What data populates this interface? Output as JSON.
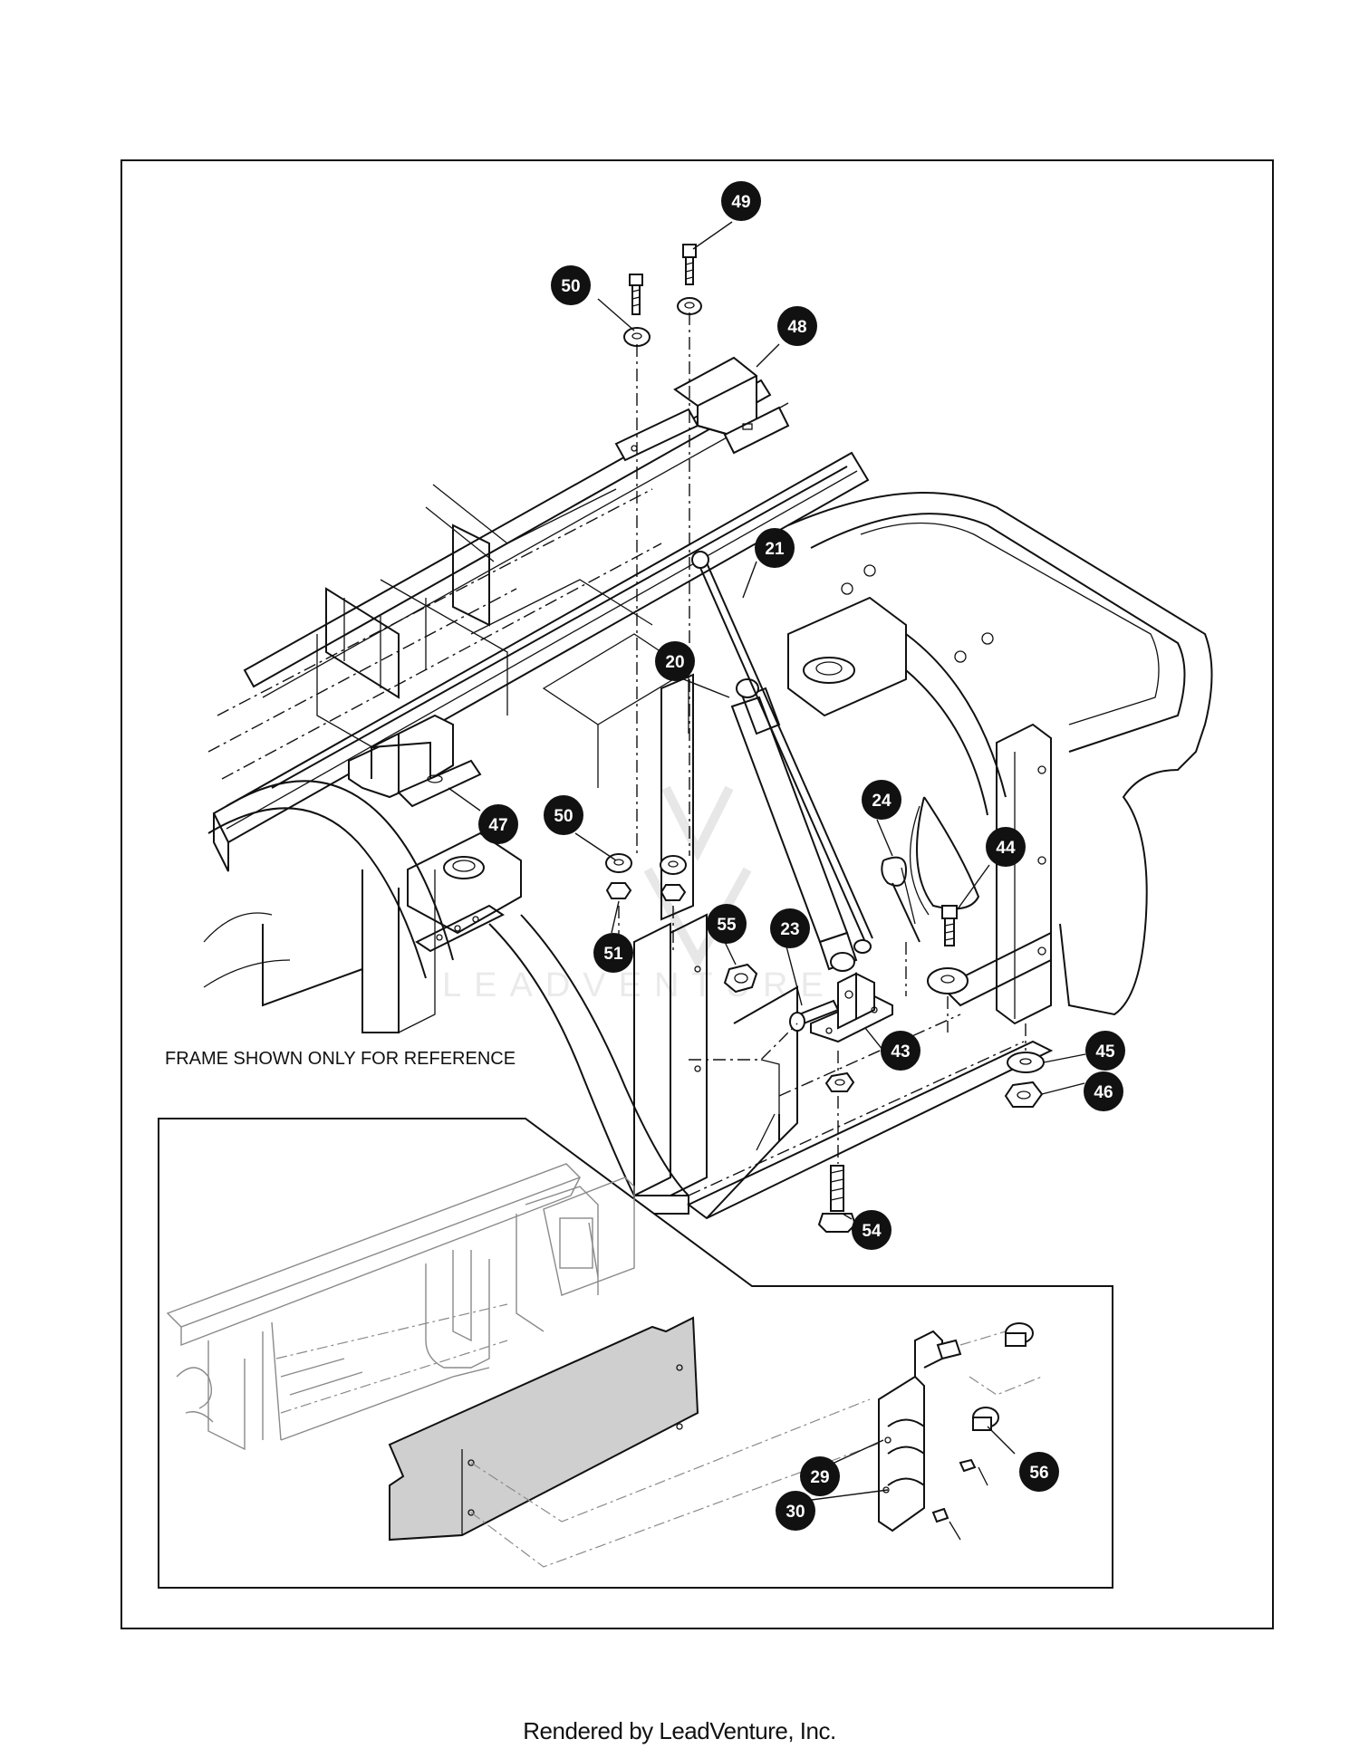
{
  "diagram": {
    "reference_note": "FRAME SHOWN ONLY FOR REFERENCE",
    "watermark": "LEADVENTURE",
    "footer": "Rendered by LeadVenture, Inc.",
    "callouts": [
      {
        "id": "c49",
        "label": "49"
      },
      {
        "id": "c50a",
        "label": "50"
      },
      {
        "id": "c48",
        "label": "48"
      },
      {
        "id": "c21",
        "label": "21"
      },
      {
        "id": "c20",
        "label": "20"
      },
      {
        "id": "c47",
        "label": "47"
      },
      {
        "id": "c50b",
        "label": "50"
      },
      {
        "id": "c24",
        "label": "24"
      },
      {
        "id": "c44",
        "label": "44"
      },
      {
        "id": "c55",
        "label": "55"
      },
      {
        "id": "c23",
        "label": "23"
      },
      {
        "id": "c51",
        "label": "51"
      },
      {
        "id": "c43",
        "label": "43"
      },
      {
        "id": "c45",
        "label": "45"
      },
      {
        "id": "c46",
        "label": "46"
      },
      {
        "id": "c54",
        "label": "54"
      },
      {
        "id": "c56",
        "label": "56"
      },
      {
        "id": "c29",
        "label": "29"
      },
      {
        "id": "c30",
        "label": "30"
      }
    ]
  }
}
